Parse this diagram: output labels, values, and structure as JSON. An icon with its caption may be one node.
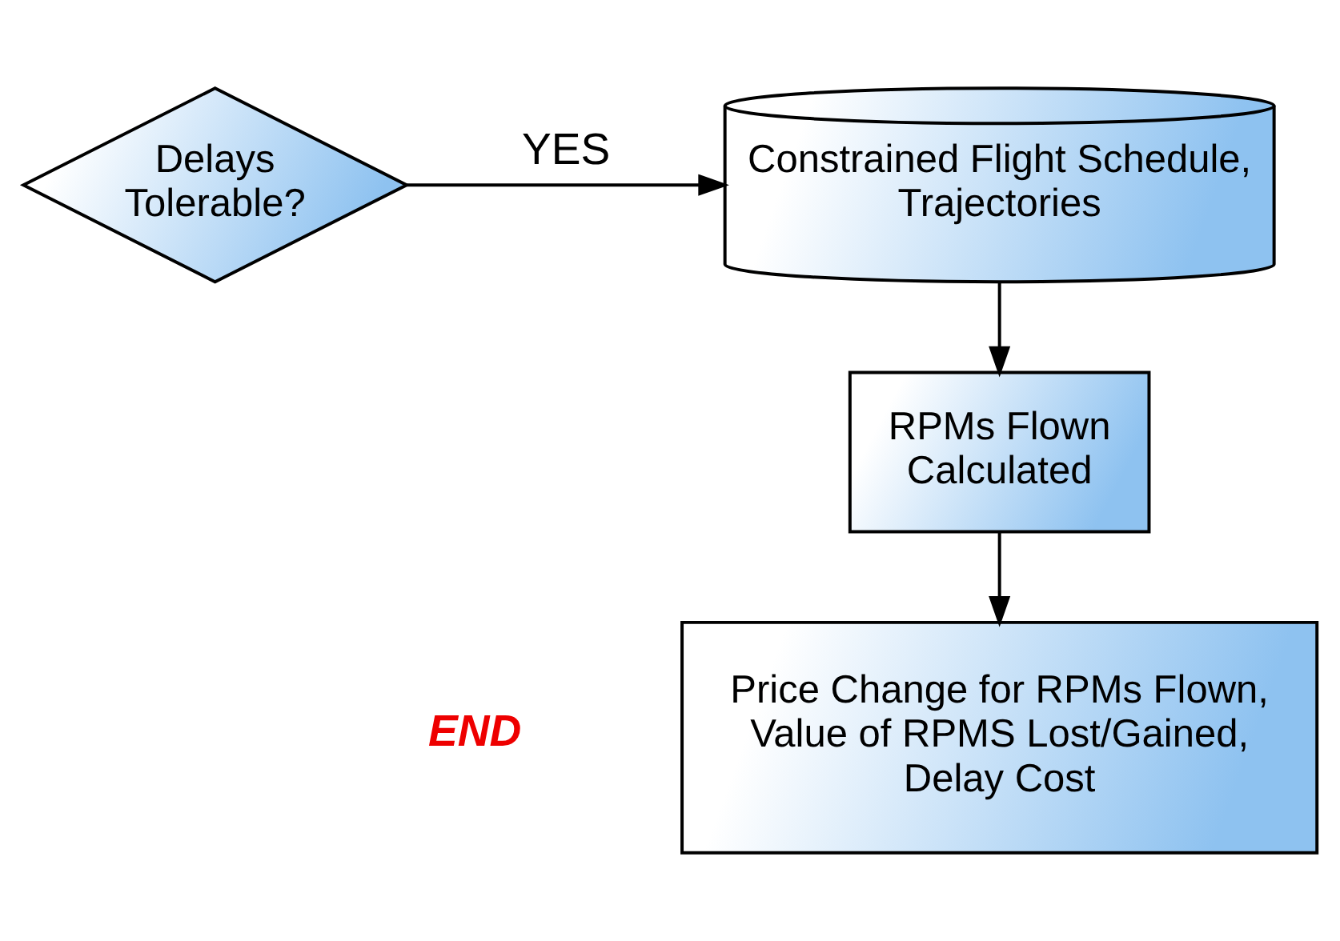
{
  "diagram": {
    "nodes": [
      {
        "text": [
          "Delays Tolerable?"
        ]
      },
      {
        "text": [
          "Constrained Flight Schedule, Trajectories"
        ]
      },
      {
        "text": [
          "RPMs Flown Calculated"
        ]
      },
      {
        "text": [
          "Price Change for RPMs Flown, Value of RPMS Lost/Gained, Delay Cost"
        ],
        "beside": [
          "END"
        ]
      }
    ],
    "edges": [
      {
        "from": 0,
        "to": 1,
        "arrow": "to",
        "label": "YES"
      },
      {
        "from": 1,
        "to": 2,
        "arrow": "to"
      },
      {
        "from": 2,
        "to": 3,
        "arrow": "to"
      }
    ]
  }
}
